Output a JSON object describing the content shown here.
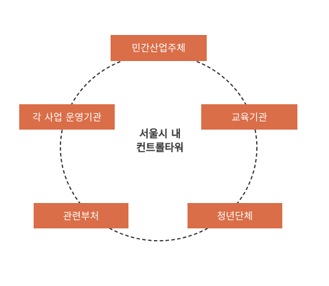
{
  "center": {
    "line1": "서울시 내",
    "line2": "컨트롤타워"
  },
  "nodes": {
    "top": "민간산업주체",
    "upper_left": "각 사업 운영기관",
    "upper_right": "교육기관",
    "lower_left": "관련부처",
    "lower_right": "청년단체"
  },
  "colors": {
    "box_fill": "#DA6E48",
    "box_text": "#FFFFFF",
    "circle_stroke": "#222222",
    "center_text": "#333333"
  }
}
